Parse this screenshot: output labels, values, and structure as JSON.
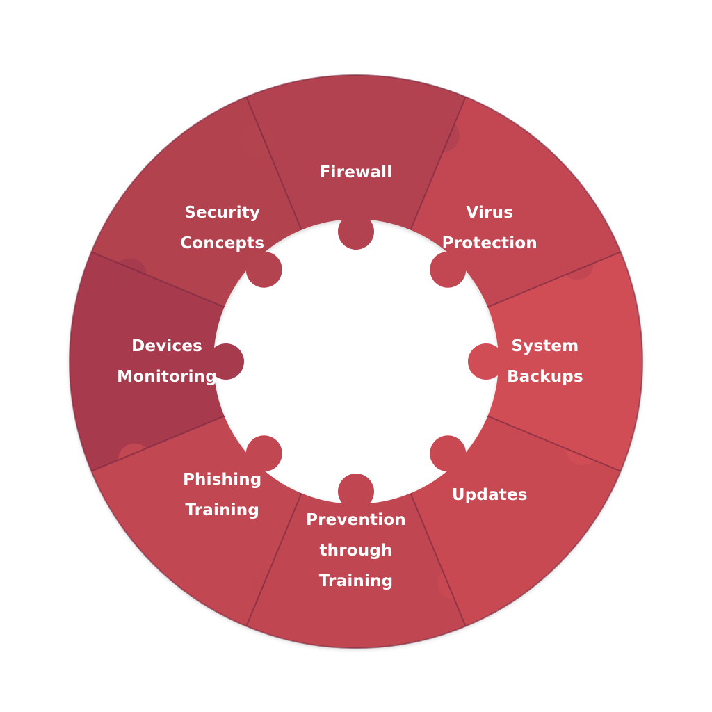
{
  "diagram": {
    "segments": [
      {
        "label": "Firewall",
        "color": "#b2424f"
      },
      {
        "label": "Virus\nProtection",
        "color": "#c24752"
      },
      {
        "label": "System\nBackups",
        "color": "#d04d55"
      },
      {
        "label": "Updates",
        "color": "#c94953"
      },
      {
        "label": "Prevention\nthrough\nTraining",
        "color": "#c04651"
      },
      {
        "label": "Phishing\nTraining",
        "color": "#c14752"
      },
      {
        "label": "Devices\nMonitoring",
        "color": "#a73b4e"
      },
      {
        "label": "Security\nConcepts",
        "color": "#b3434f"
      }
    ],
    "seam_color": "#7a2840"
  }
}
